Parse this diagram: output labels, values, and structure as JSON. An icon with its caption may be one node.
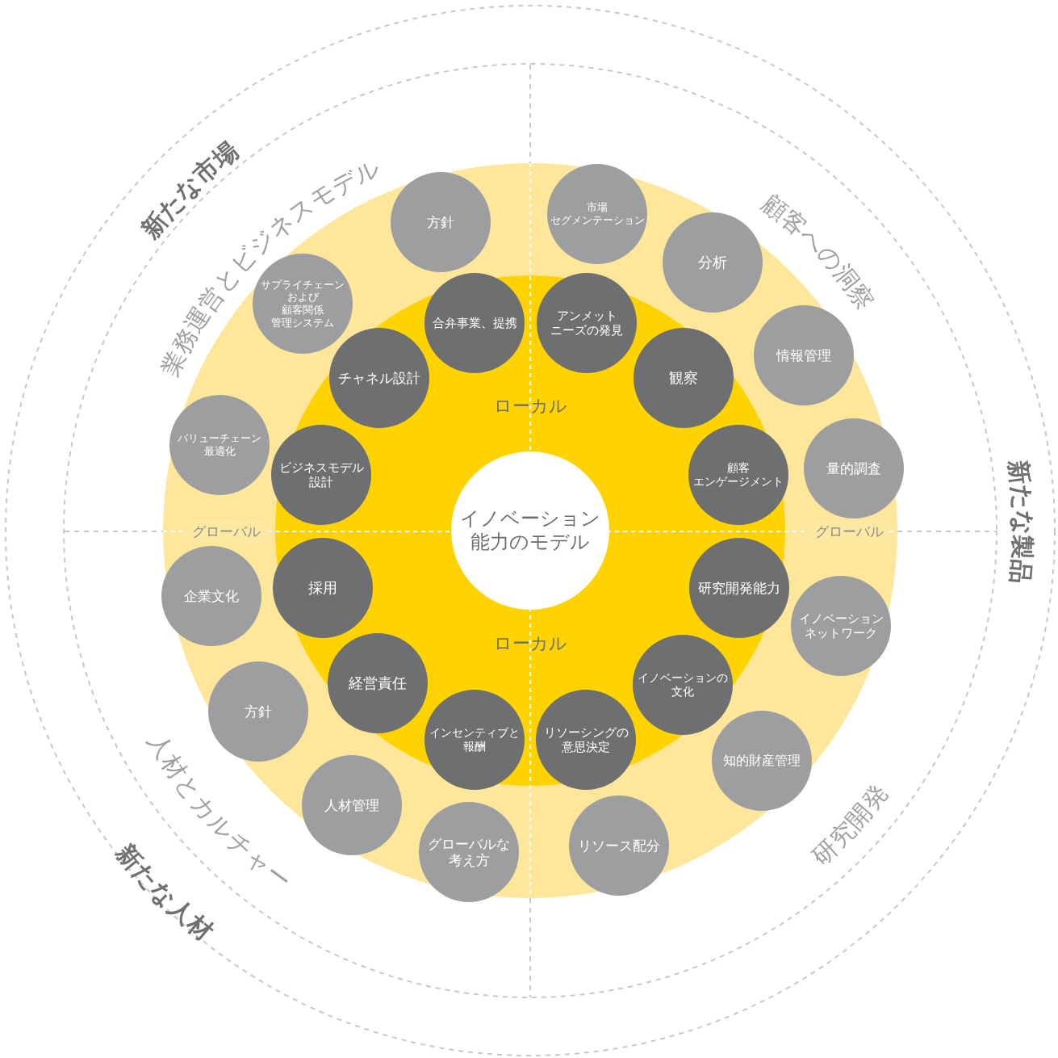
{
  "diagram": {
    "nodes": [
      {
        "text": [
          "イノベーション能力のモデル"
        ]
      },
      {
        "text": [
          "合弁事業、提携"
        ]
      },
      {
        "text": [
          "アンメットニーズの発見"
        ]
      },
      {
        "text": [
          "観察"
        ]
      },
      {
        "text": [
          "顧客エンゲージメント"
        ]
      },
      {
        "text": [
          "研究開発能力"
        ]
      },
      {
        "text": [
          "イノベーションの文化"
        ]
      },
      {
        "text": [
          "リソーシングの意思決定"
        ]
      },
      {
        "text": [
          "インセンティブと報酬"
        ]
      },
      {
        "text": [
          "経営責任"
        ]
      },
      {
        "text": [
          "採用"
        ]
      },
      {
        "text": [
          "ビジネスモデル設計"
        ]
      },
      {
        "text": [
          "チャネル設計"
        ]
      },
      {
        "text": [
          "方針"
        ]
      },
      {
        "text": [
          "市場セグメンテーション"
        ]
      },
      {
        "text": [
          "分析"
        ]
      },
      {
        "text": [
          "情報管理"
        ]
      },
      {
        "text": [
          "量的調査"
        ]
      },
      {
        "text": [
          "イノベーションネットワーク"
        ]
      },
      {
        "text": [
          "知的財産管理"
        ]
      },
      {
        "text": [
          "リソース配分"
        ]
      },
      {
        "text": [
          "グローバルな考え方"
        ]
      },
      {
        "text": [
          "人材管理"
        ]
      },
      {
        "text": [
          "方針"
        ]
      },
      {
        "text": [
          "企業文化"
        ]
      },
      {
        "text": [
          "バリューチェーン最適化"
        ]
      },
      {
        "text": [
          "サプライチェーンおよび顧客関係管理システム"
        ]
      }
    ],
    "labels": [
      "新たな市場",
      "業務運営とビジネスモデル",
      "顧客への洞察",
      "新たな製品",
      "ローカル",
      "グローバル",
      "グローバル",
      "ローカル",
      "研究開発",
      "人材とカルチャー",
      "新たな人材"
    ]
  }
}
